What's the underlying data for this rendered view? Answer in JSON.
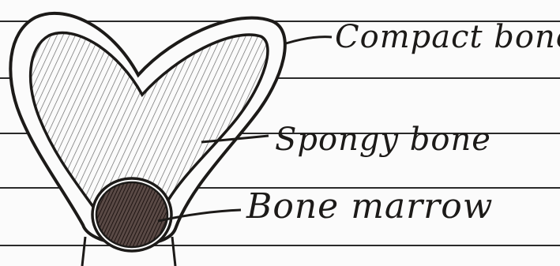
{
  "labels": {
    "compact_bone": "Compact bone",
    "spongy_bone": "Spongy bone",
    "bone_marrow": "Bone marrow"
  },
  "colors": {
    "paper": "#fbfbfb",
    "rule_lines": "#2a2a2a",
    "ink": "#1c1a18",
    "marrow_fill": "#3a2a26"
  }
}
